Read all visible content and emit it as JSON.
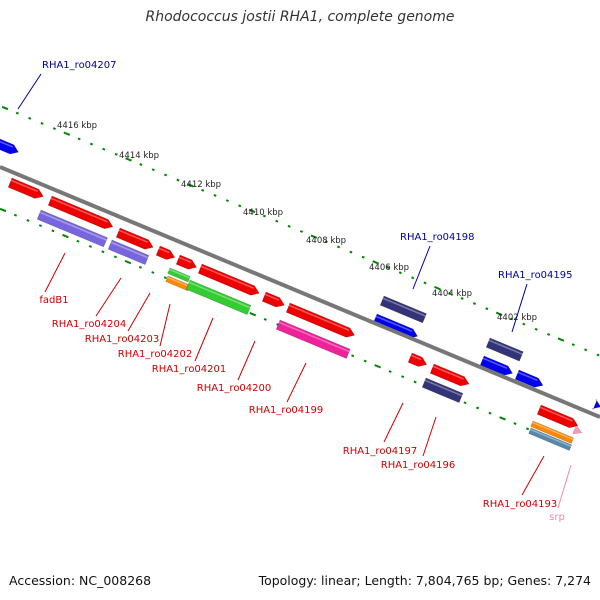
{
  "title": "Rhodococcus jostii RHA1, complete genome",
  "accession_text": "Accession: NC_008268",
  "topology_text": "Topology: linear; Length: 7,804,765 bp; Genes: 7,274",
  "colors": {
    "red": "#ee0000",
    "blue": "#0000ee",
    "navy": "#333377",
    "purple": "#7766dd",
    "green": "#33cc33",
    "orange": "#ff8800",
    "magenta": "#ee2299",
    "steel": "#5588aa",
    "pink": "#ff99bb",
    "label_red": "#cc0000",
    "label_blue": "#000099",
    "label_pink": "#ee88aa",
    "tick_green": "#008800",
    "axis_gray": "#777777"
  },
  "scale_labels": [
    "4416 kbp",
    "4414 kbp",
    "4412 kbp",
    "4410 kbp",
    "4408 kbp",
    "4406 kbp",
    "4404 kbp",
    "4402 kbp"
  ],
  "gene_labels": [
    "RHA1_ro04207",
    "RHA1_ro04198",
    "RHA1_ro04195",
    "fadB1",
    "RHA1_ro04204",
    "RHA1_ro04203",
    "RHA1_ro04202",
    "RHA1_ro04201",
    "RHA1_ro04200",
    "RHA1_ro04199",
    "RHA1_ro04197",
    "RHA1_ro04196",
    "RHA1_ro04193",
    "srp"
  ]
}
